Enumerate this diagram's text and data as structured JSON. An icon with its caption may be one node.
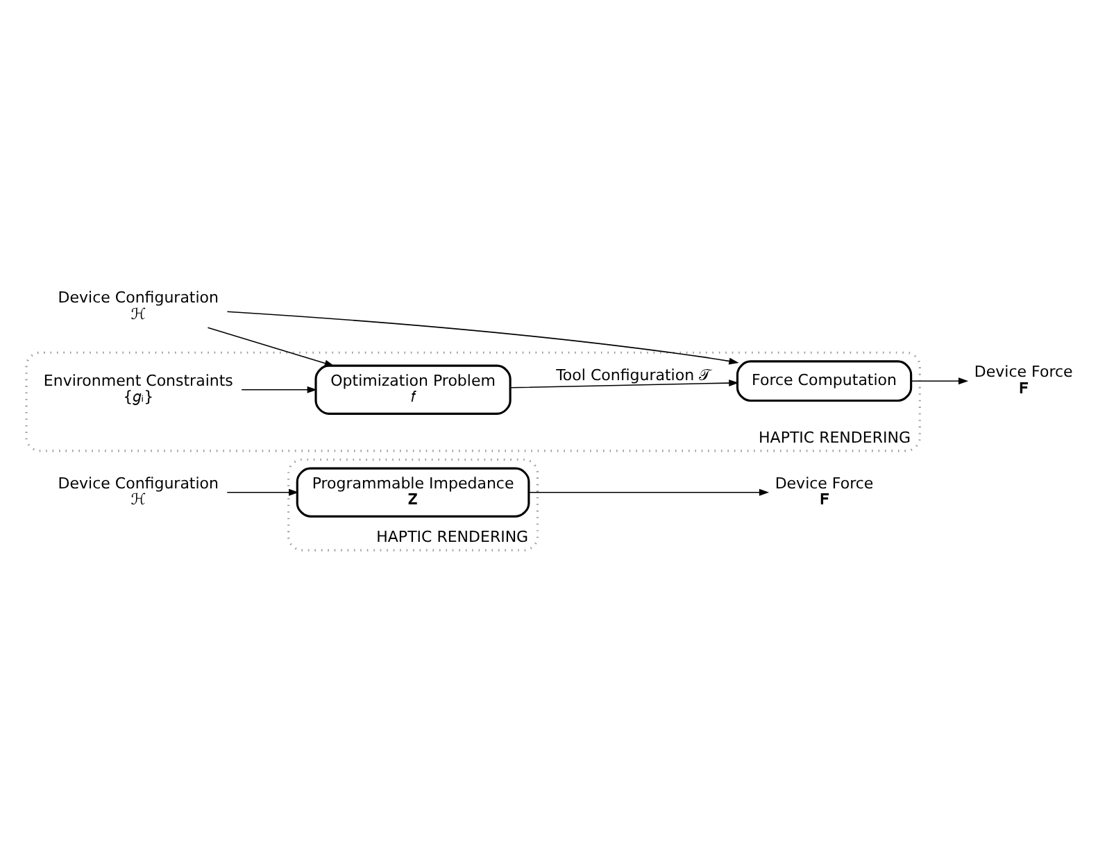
{
  "diagram": {
    "nodes": [
      {
        "text": [
          "HAPTIC RENDERING"
        ]
      },
      {
        "text": [
          "Programmable Impedance",
          "𝐙"
        ],
        "in": 0
      },
      {
        "text": [
          "Device Configuration",
          "ℋ"
        ]
      },
      {
        "text": [
          "Device Force",
          "𝐅"
        ]
      },
      {
        "text": [
          "HAPTIC RENDERING"
        ]
      },
      {
        "text": [
          "Optimization Problem",
          "𝑓"
        ],
        "in": 4
      },
      {
        "text": [
          "Force Computation"
        ],
        "in": 4
      },
      {
        "text": [
          "Device Configuration",
          "ℋ"
        ]
      },
      {
        "text": [
          "Environment Constraints",
          "{𝑔ᵢ}"
        ],
        "in": 4
      },
      {
        "text": [
          "Device Force",
          "𝐅"
        ]
      }
    ],
    "edges": [
      {
        "from": 2,
        "to": 1,
        "arrow": "to"
      },
      {
        "from": 1,
        "to": 3,
        "arrow": "to"
      },
      {
        "from": 7,
        "to": 5,
        "arrow": "to"
      },
      {
        "from": 7,
        "to": 6,
        "arrow": "to"
      },
      {
        "from": 8,
        "to": 5,
        "arrow": "to"
      },
      {
        "from": 5,
        "to": 6,
        "arrow": "to",
        "label": "Tool Configuration 𝒯"
      },
      {
        "from": 6,
        "to": 9,
        "arrow": "to"
      }
    ]
  }
}
